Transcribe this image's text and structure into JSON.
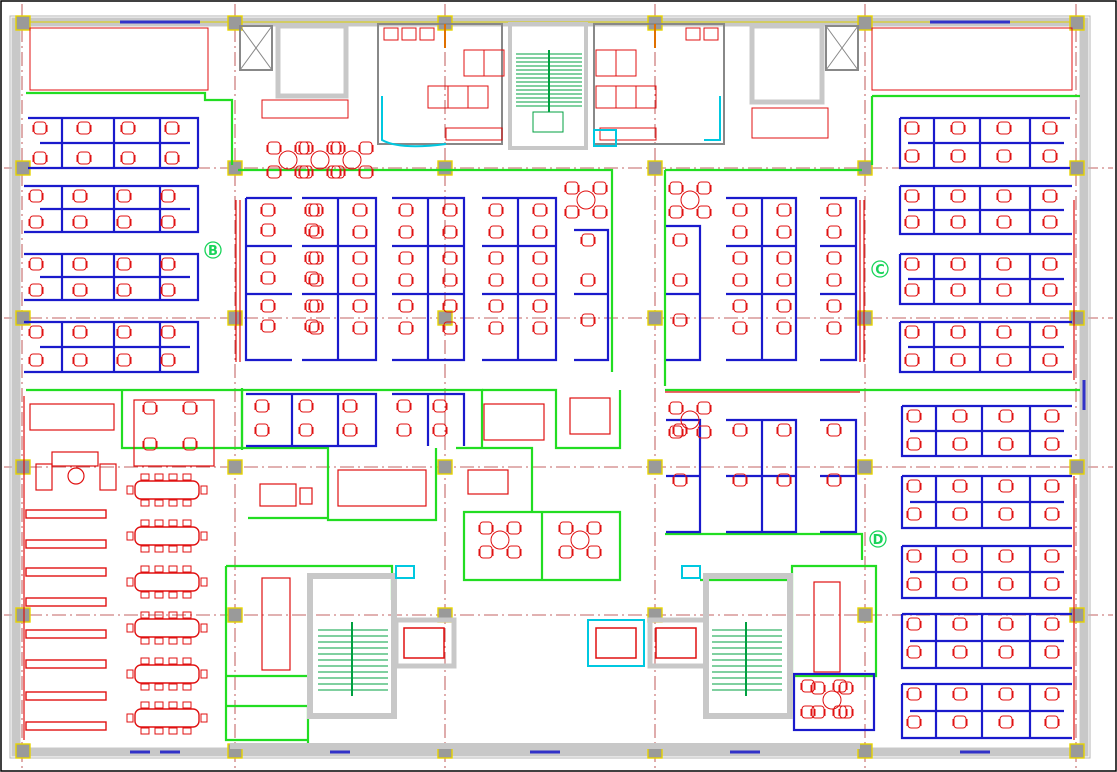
{
  "drawing": {
    "type": "office floor plan (CAD)",
    "background": "#ffffff",
    "colors": {
      "outer_wall": "#c8c8c8",
      "green_partition": "#22dd22",
      "blue_workstation": "#1a1acc",
      "red_furniture": "#e01010",
      "grid_line": "#b03030",
      "column": "#9a9a9a",
      "column_marker": "#e6d200",
      "stair": "#00a040",
      "cyan_fixture": "#00c8e0"
    },
    "zone_markers": [
      {
        "id": "zone-b",
        "label": "B"
      },
      {
        "id": "zone-c",
        "label": "C"
      },
      {
        "id": "zone-d",
        "label": "D"
      }
    ]
  }
}
